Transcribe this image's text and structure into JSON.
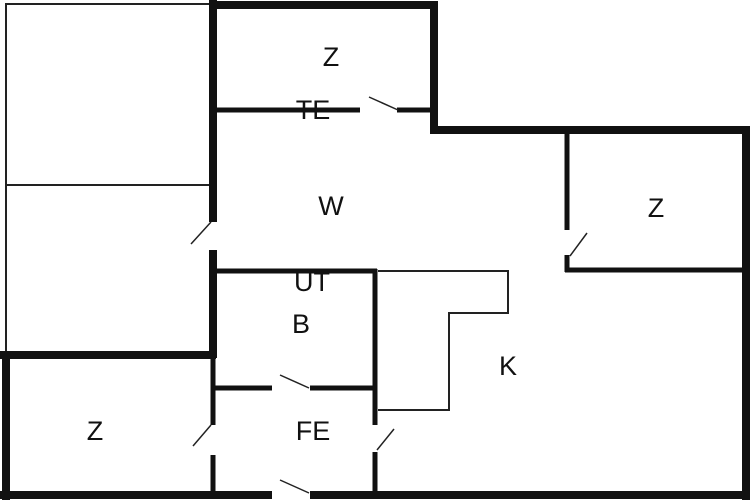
{
  "rooms": {
    "top_room": "Z",
    "top_corridor": "TE",
    "living": "W",
    "right_room": "Z",
    "utility": "ÜT",
    "bath": "B",
    "kitchen": "K",
    "hall": "FE",
    "bottom_left_room": "Z"
  },
  "colors": {
    "wall": "#111111",
    "background": "#ffffff"
  }
}
